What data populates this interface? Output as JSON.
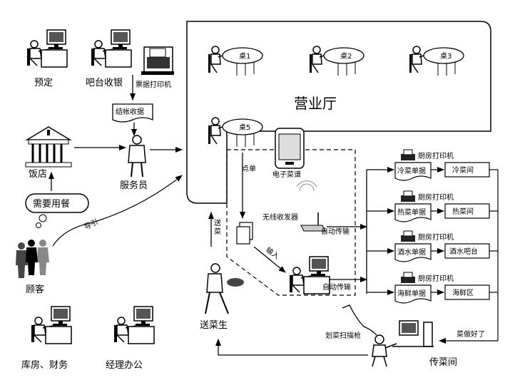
{
  "labels": {
    "yuding": "预定",
    "bataishouyin": "吧台收银",
    "piaojudayinji": "票据打印机",
    "jiezhangshouju": "结帐收据",
    "fandian": "饭店",
    "fuwuyuan": "服务员",
    "xuyaoyongcan": "需要用餐",
    "guke": "顾客",
    "daoyin": "导引",
    "kufang_caiwu": "库房、财务",
    "jinglibangong": "经理办公",
    "yingyeting": "营业厅",
    "zhuo1": "桌1",
    "zhuo2": "桌2",
    "zhuo3": "桌3",
    "zhuo5": "桌5",
    "diandan": "点单",
    "dianzicaipu": "电子菜谱",
    "wuxianshoufaqi": "无线收发器",
    "zidongchuanshu1": "自动传输",
    "zidongchuanshu2": "自动传输",
    "shuru": "输入",
    "songcai_vertical": "送菜",
    "songcaisheng": "送菜生",
    "huacaisaomiaoqiang": "划菜扫描枪",
    "caizuohaole": "菜做好了",
    "chuancaijian": "传菜间"
  },
  "kitchen": [
    {
      "printer": "厨房打印机",
      "ticket": "冷菜单据",
      "station": "冷菜间"
    },
    {
      "printer": "厨房打印机",
      "ticket": "热菜单据",
      "station": "热菜间"
    },
    {
      "printer": "厨房打印机",
      "ticket": "酒水单据",
      "station": "酒水吧台"
    },
    {
      "printer": "厨房打印机",
      "ticket": "海鲜单据",
      "station": "海鲜区"
    }
  ]
}
